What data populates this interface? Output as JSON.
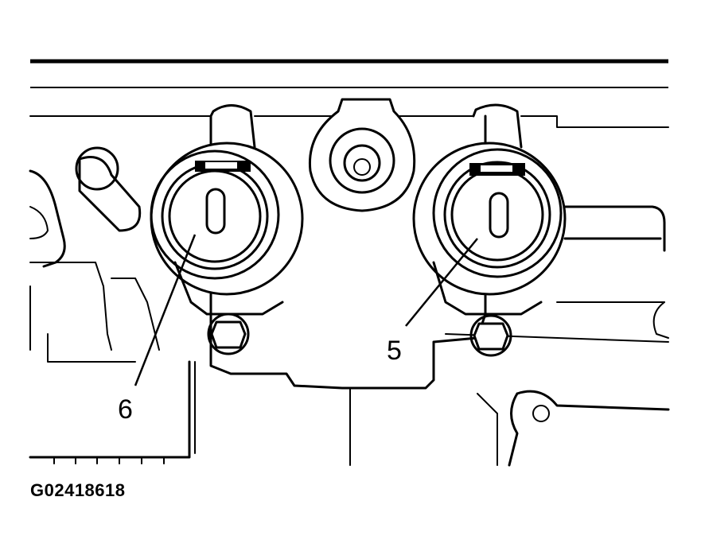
{
  "diagram": {
    "callouts": [
      {
        "id": "6",
        "label": "6"
      },
      {
        "id": "5",
        "label": "5"
      }
    ],
    "figure_id": "G02418618"
  }
}
